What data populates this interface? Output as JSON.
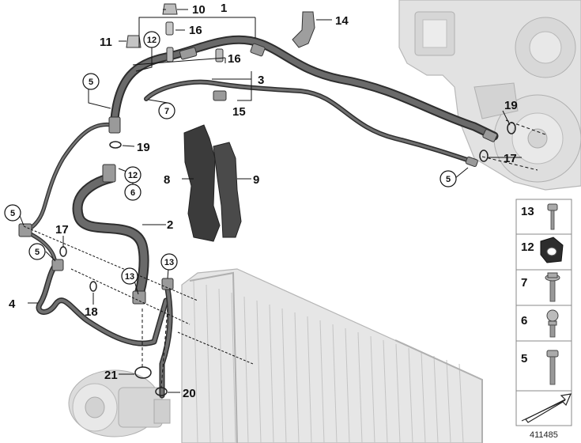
{
  "diagram": {
    "document_number": "411485",
    "callouts": {
      "c1": "1",
      "c2": "2",
      "c3": "3",
      "c4": "4",
      "c8": "8",
      "c9": "9",
      "c10": "10",
      "c11": "11",
      "c14": "14",
      "c15": "15",
      "c16a": "16",
      "c16b": "16",
      "c17a": "17",
      "c17b": "17",
      "c18": "18",
      "c19a": "19",
      "c19b": "19",
      "c20": "20",
      "c21": "21"
    },
    "circled": {
      "r12a": "12",
      "r12b": "12",
      "r13a": "13",
      "r13b": "13",
      "r5a": "5",
      "r5b": "5",
      "r5c": "5",
      "r5d": "5",
      "r6": "6",
      "r7": "7"
    },
    "legend": [
      "13",
      "12",
      "7",
      "6",
      "5"
    ]
  },
  "colors": {
    "hose": "#5c5c5c",
    "hose_edge": "#2e2e2e",
    "ghost": "#d9d9d9",
    "ghost_edge": "#b4b4b4",
    "line": "#111111"
  }
}
